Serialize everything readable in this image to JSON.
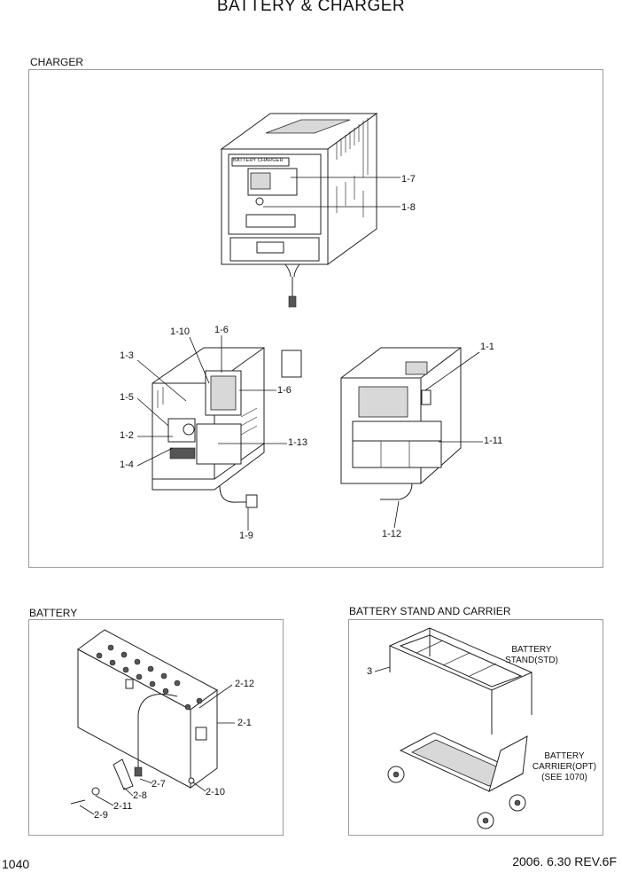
{
  "title": "BATTERY & CHARGER",
  "sections": {
    "charger": "CHARGER",
    "battery": "BATTERY",
    "stand": "BATTERY STAND AND CARRIER"
  },
  "panel_text": {
    "charger_label": "BATTERY CHARGER"
  },
  "callouts": {
    "c1_7": "1-7",
    "c1_8": "1-8",
    "c1_10": "1-10",
    "c1_6a": "1-6",
    "c1_6b": "1-6",
    "c1_3": "1-3",
    "c1_5": "1-5",
    "c1_2": "1-2",
    "c1_4": "1-4",
    "c1_13": "1-13",
    "c1_9": "1-9",
    "c1_1": "1-1",
    "c1_11": "1-11",
    "c1_12": "1-12",
    "c2_12": "2-12",
    "c2_1": "2-1",
    "c2_7": "2-7",
    "c2_8": "2-8",
    "c2_10": "2-10",
    "c2_11": "2-11",
    "c2_9": "2-9",
    "c3": "3"
  },
  "notes": {
    "stand_l1": "BATTERY",
    "stand_l2": "STAND(STD)",
    "carrier_l1": "BATTERY",
    "carrier_l2": "CARRIER(OPT)",
    "carrier_l3": "(SEE 1070)"
  },
  "footer": {
    "page": "1040",
    "revision": "2006. 6.30  REV.6F"
  }
}
